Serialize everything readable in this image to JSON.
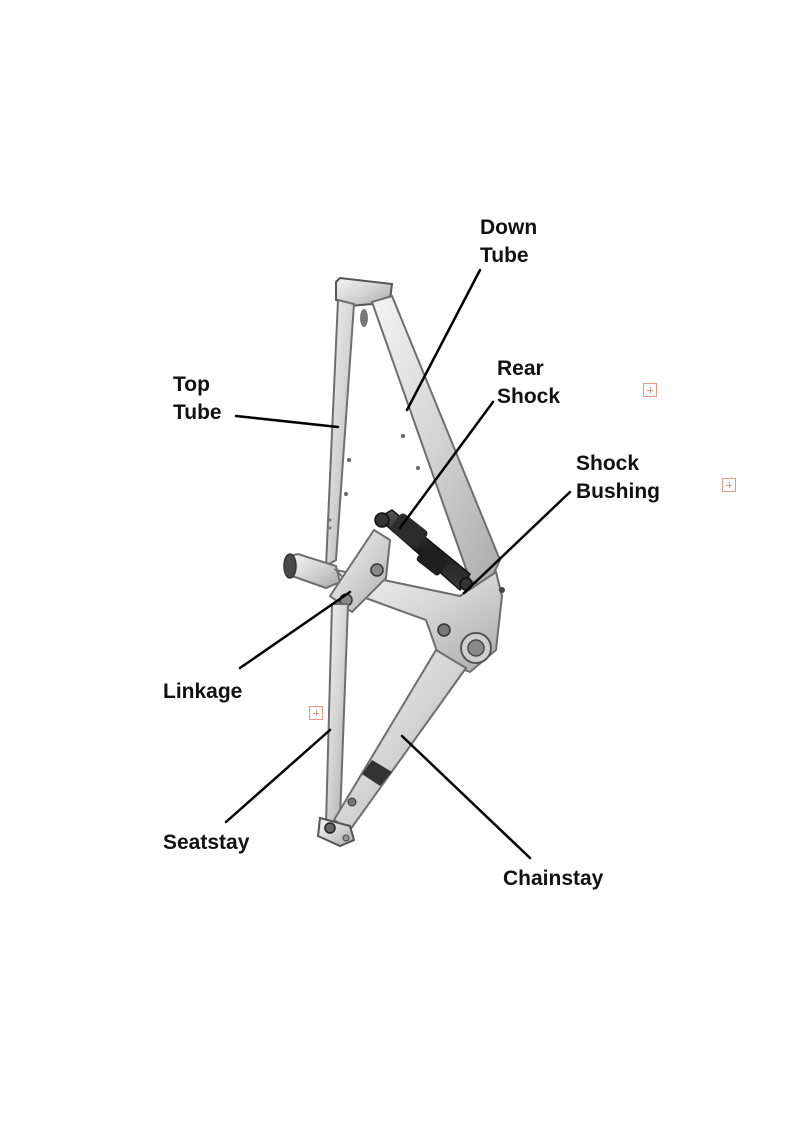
{
  "labels": {
    "down_tube": [
      "Down",
      "Tube"
    ],
    "top_tube": [
      "Top",
      "Tube"
    ],
    "rear_shock": [
      "Rear",
      "Shock"
    ],
    "shock_bushing": [
      "Shock",
      "Bushing"
    ],
    "linkage": [
      "Linkage"
    ],
    "seatstay": [
      "Seatstay"
    ],
    "chainstay": [
      "Chainstay"
    ]
  },
  "colors": {
    "frame": "#d9d9d9",
    "frame_edge": "#6e6e6e",
    "shock": "#2a2a2a",
    "leader": "#000000",
    "marker": "#e39a85"
  },
  "icons": [
    "plus-marker-icon",
    "plus-marker-icon",
    "plus-marker-icon"
  ]
}
